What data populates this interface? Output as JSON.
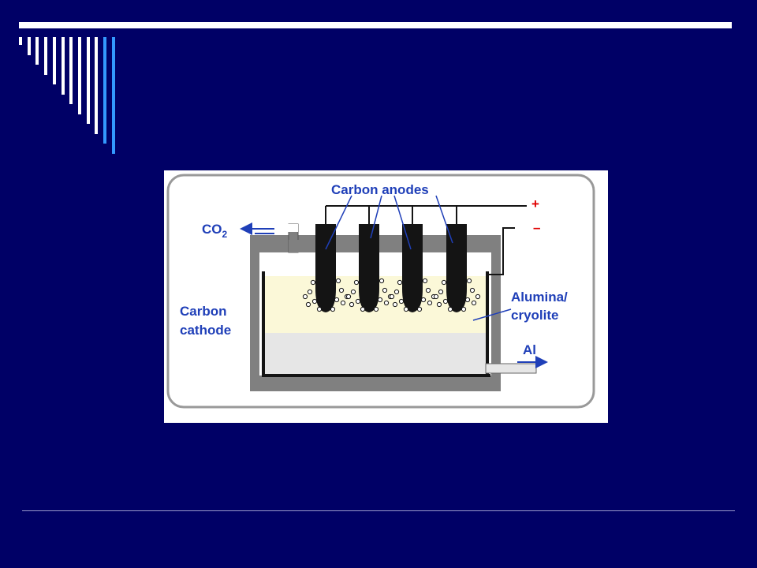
{
  "diagram": {
    "anodes_label": "Carbon anodes",
    "co2_label": "CO",
    "co2_subscript": "2",
    "cathode_label_line1": "Carbon",
    "cathode_label_line2": "cathode",
    "electrolyte_label_line1": "Alumina/",
    "electrolyte_label_line2": "cryolite",
    "aluminium_label": "Al",
    "positive_terminal": "+",
    "negative_terminal": "–"
  },
  "colors": {
    "slide_background": "#000066",
    "rule": "#ffffff",
    "deco_white": "#ffffff",
    "deco_blue": "#3399ff",
    "label_blue": "#1f3fb8",
    "terminal_red": "#e00000",
    "electrolyte": "#fbf8d8",
    "molten_aluminium": "#e6e6e6",
    "cell_wall": "#808080",
    "anode": "#141414"
  }
}
